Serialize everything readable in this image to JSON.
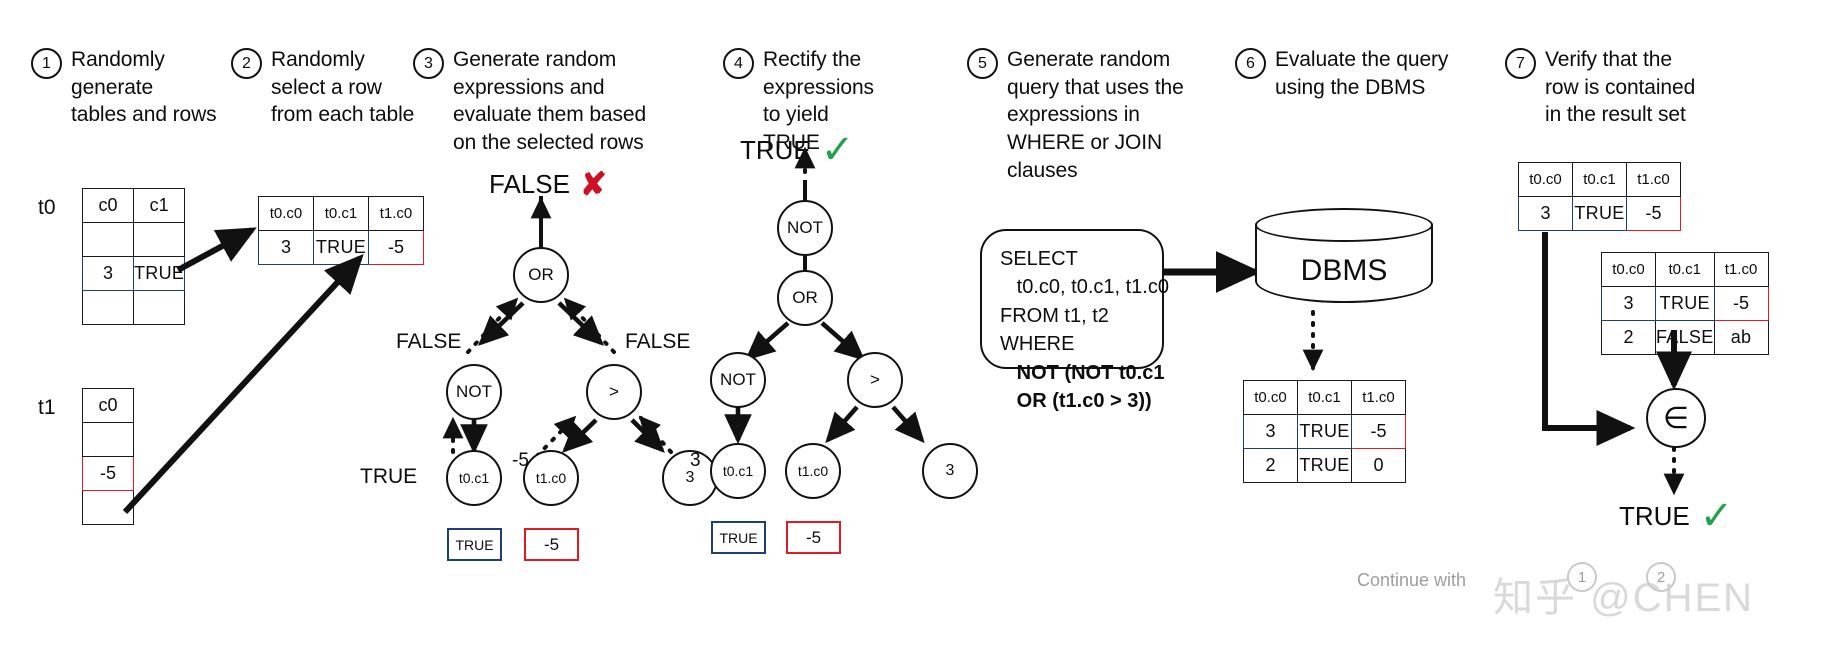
{
  "steps": [
    {
      "num": "1",
      "text": "Randomly\ngenerate\ntables and rows"
    },
    {
      "num": "2",
      "text": "Randomly\nselect a row\nfrom each table"
    },
    {
      "num": "3",
      "text": "Generate random\nexpressions and\nevaluate them based\non the selected rows"
    },
    {
      "num": "4",
      "text": "Rectify the\nexpressions\nto yield TRUE"
    },
    {
      "num": "5",
      "text": "Generate random\nquery that uses the\nexpressions in\nWHERE or JOIN\nclauses"
    },
    {
      "num": "6",
      "text": "Evaluate the query\nusing the DBMS"
    },
    {
      "num": "7",
      "text": "Verify that the\nrow is contained\nin the result set"
    }
  ],
  "tables": {
    "t0": {
      "label": "t0",
      "columns": [
        "c0",
        "c1"
      ],
      "rows": [
        {
          "cells": [
            "",
            ""
          ],
          "highlight": "none"
        },
        {
          "cells": [
            "3",
            "TRUE"
          ],
          "highlight": "blue"
        },
        {
          "cells": [
            "",
            ""
          ],
          "highlight": "none"
        }
      ]
    },
    "t1": {
      "label": "t1",
      "columns": [
        "c0"
      ],
      "rows": [
        {
          "cells": [
            ""
          ],
          "highlight": "none"
        },
        {
          "cells": [
            "-5"
          ],
          "highlight": "red"
        }
      ]
    },
    "pivot_row": {
      "columns": [
        "t0.c0",
        "t0.c1",
        "t1.c0"
      ],
      "rows": [
        {
          "cells": [
            "3",
            "TRUE",
            "-5"
          ],
          "highlight": "mixed"
        }
      ]
    },
    "result_set": {
      "columns": [
        "t0.c0",
        "t0.c1",
        "t1.c0"
      ],
      "rows": [
        {
          "cells": [
            "3",
            "TRUE",
            "-5"
          ],
          "highlight": "mixed"
        },
        {
          "cells": [
            "2",
            "TRUE",
            "0"
          ],
          "highlight": "none"
        }
      ]
    },
    "verify_pivot": {
      "columns": [
        "t0.c0",
        "t0.c1",
        "t1.c0"
      ],
      "rows": [
        {
          "cells": [
            "3",
            "TRUE",
            "-5"
          ],
          "highlight": "mixed"
        }
      ]
    },
    "verify_result": {
      "columns": [
        "t0.c0",
        "t0.c1",
        "t1.c0"
      ],
      "rows": [
        {
          "cells": [
            "3",
            "TRUE",
            "-5"
          ],
          "highlight": "mixed"
        },
        {
          "cells": [
            "2",
            "FALSE",
            "ab"
          ],
          "highlight": "none"
        }
      ]
    }
  },
  "tree_step3": {
    "root_result": "FALSE",
    "root_mark": "cross",
    "nodes": {
      "or": "OR",
      "not": "NOT",
      "gt": ">",
      "leaf_left": "t0.c1",
      "leaf_mid": "t1.c0",
      "leaf_right": "3"
    },
    "leaf_values": {
      "left": "TRUE",
      "mid": "-5"
    },
    "edge_labels": {
      "or_left": "FALSE",
      "or_right": "FALSE",
      "not_child": "TRUE",
      "gt_left": "-5",
      "gt_right": "3"
    }
  },
  "tree_step4": {
    "root_result": "TRUE",
    "root_mark": "check",
    "nodes": {
      "not_root": "NOT",
      "or": "OR",
      "not": "NOT",
      "gt": ">",
      "leaf_left": "t0.c1",
      "leaf_mid": "t1.c0",
      "leaf_right": "3"
    },
    "leaf_values": {
      "left": "TRUE",
      "mid": "-5"
    }
  },
  "query": {
    "line1": "SELECT",
    "line2": "   t0.c0, t0.c1, t1.c0",
    "line3": "FROM t1, t2",
    "line4": "WHERE",
    "line5": "   NOT (NOT t0.c1",
    "line6": "   OR (t1.c0 > 3))"
  },
  "dbms": {
    "label": "DBMS"
  },
  "verify": {
    "operator": "∈",
    "result": "TRUE",
    "mark": "check"
  },
  "watermark": {
    "text": "知乎 @CHEN",
    "continue_text": "Continue with",
    "badge1": "1",
    "badge2": "2"
  },
  "colors": {
    "blue": "#1f3d7a",
    "red": "#e01b24",
    "green": "#21a14b",
    "cross_red": "#cf0f23",
    "ink": "#111111"
  }
}
